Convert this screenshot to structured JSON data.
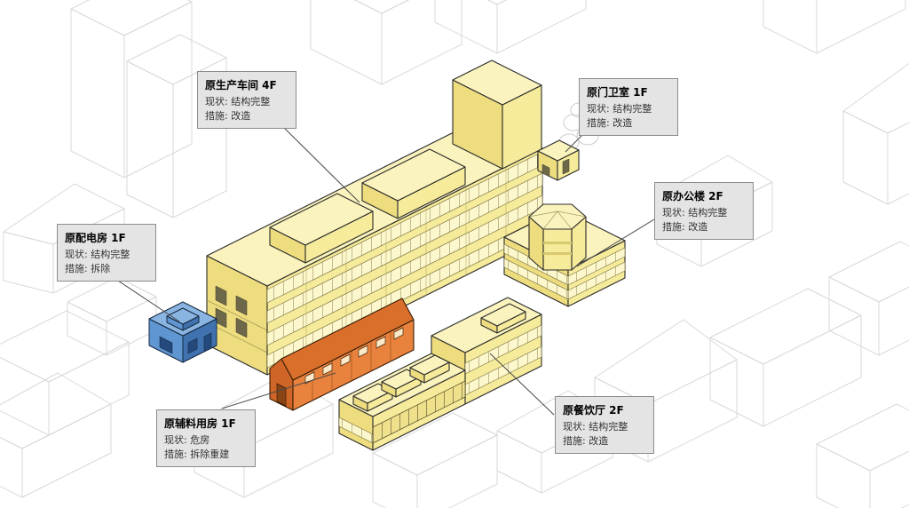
{
  "diagram": {
    "type": "axonometric building renovation analysis diagram",
    "background": "#ffffff"
  },
  "colors": {
    "yellow": "#f6eb9a",
    "yellow_dark": "#eedd7f",
    "yellow_light": "#faf3bd",
    "orange": "#e8823d",
    "orange_dark": "#cf6527",
    "orange_roof": "#d96f2a",
    "blue": "#5f96d2",
    "blue_dark": "#3f72ae",
    "blue_light": "#8ab4e2",
    "blue_win": "#24497c",
    "outline": "#2b2b2b",
    "wireframe": "#d9d9d9",
    "label_bg": "#e4e4e4",
    "label_border": "#8c8c8c",
    "leader": "#4a4a4a"
  },
  "labels": [
    {
      "title": "原生产车间 4F",
      "status": "现状: 结构完整",
      "measure": "措施: 改造",
      "building_color": "#f6eb9a"
    },
    {
      "title": "原门卫室 1F",
      "status": "现状: 结构完整",
      "measure": "措施: 改造",
      "building_color": "#f6eb9a"
    },
    {
      "title": "原办公楼 2F",
      "status": "现状: 结构完整",
      "measure": "措施: 改造",
      "building_color": "#f6eb9a"
    },
    {
      "title": "原配电房 1F",
      "status": "现状: 结构完整",
      "measure": "措施: 拆除",
      "building_color": "#5f96d2"
    },
    {
      "title": "原辅料用房 1F",
      "status": "现状: 危房",
      "measure": "措施: 拆除重建",
      "building_color": "#e8823d"
    },
    {
      "title": "原餐饮厅 2F",
      "status": "现状: 结构完整",
      "measure": "措施: 改造",
      "building_color": "#f6eb9a"
    }
  ]
}
